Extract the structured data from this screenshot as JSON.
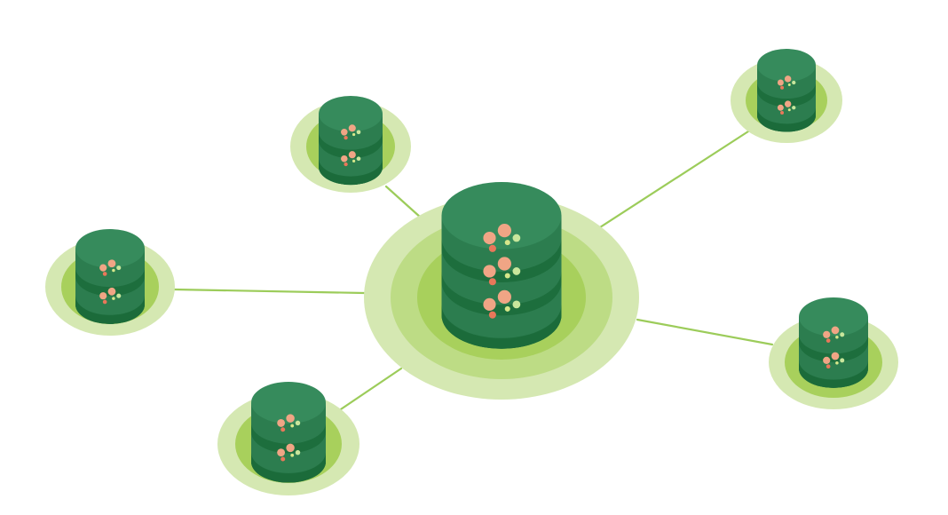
{
  "scene": {
    "description_icon": "database-network-icon",
    "colors": {
      "background": "#ffffff",
      "link_line": "#9ccc5a",
      "halo_outer": "#d5e8b2",
      "halo_mid": "#bddc85",
      "halo_inner": "#a8d05c",
      "cylinder_top": "#368b5c",
      "cylinder_body": "#2c7d4f",
      "cylinder_band": "#1b6b3a",
      "dot_salmon": "#f0a585",
      "dot_orange": "#e9775a",
      "dot_light": "#c8e69c",
      "dot_yellow": "#d6e78a"
    },
    "hub": {
      "name": "central-database",
      "icon": "database-icon"
    },
    "nodes": [
      {
        "name": "database-node-top-left",
        "icon": "database-icon"
      },
      {
        "name": "database-node-top-right",
        "icon": "database-icon"
      },
      {
        "name": "database-node-left",
        "icon": "database-icon"
      },
      {
        "name": "database-node-right",
        "icon": "database-icon"
      },
      {
        "name": "database-node-bottom-left",
        "icon": "database-icon"
      }
    ]
  }
}
